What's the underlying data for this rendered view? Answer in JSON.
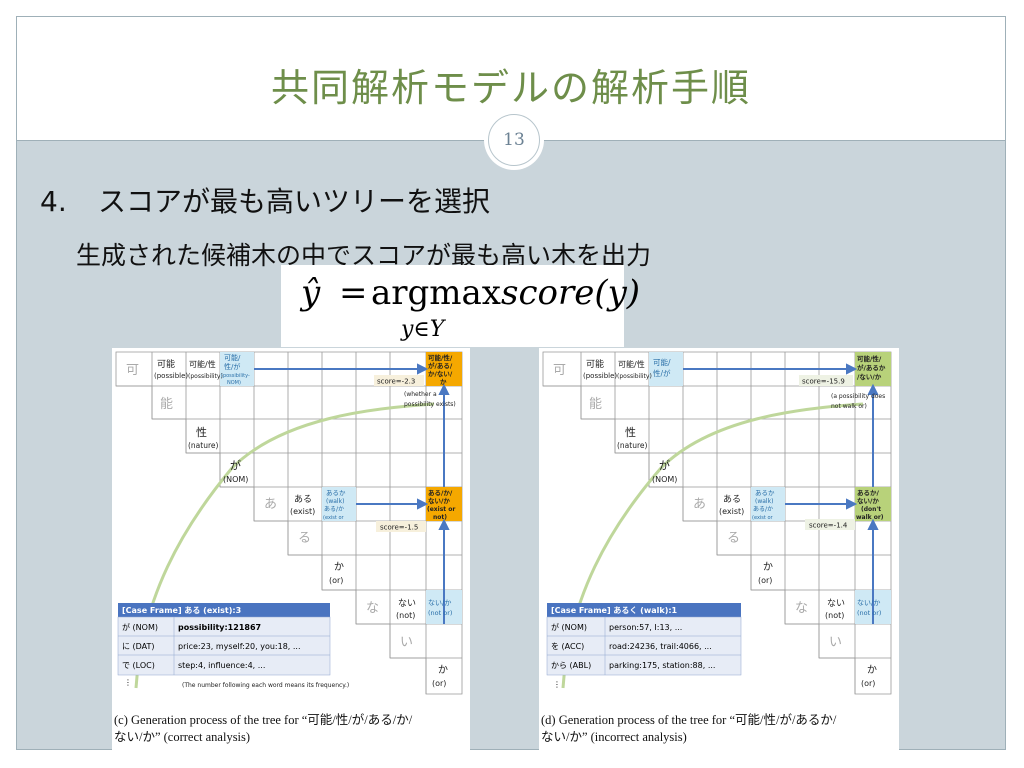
{
  "slide": {
    "title": "共同解析モデルの解析手順",
    "page_number": "13",
    "bullet_number": "4.",
    "bullet_text": "スコアが最も高いツリーを選択",
    "sub_text": "生成された候補木の中でスコアが最も高い木を出力",
    "formula": {
      "lhs": "ŷ",
      "eq": "=",
      "op": "argmax",
      "fn": "score(y)",
      "under": "y∈Y"
    }
  },
  "colors": {
    "title": "#6e8e4a",
    "body_bg": "#cad5db",
    "orange": "#f5a800",
    "green": "#b8d27a",
    "blue_cell": "#cfe9f5",
    "arrow": "#4a78c2",
    "curve": "#bfd79b",
    "frame_header": "#4a74c0"
  },
  "fig_c": {
    "cells": {
      "k": "可",
      "kn": "可能",
      "kn_en": "(possible)",
      "kns": "可能/性",
      "kns_en": "(possibility)",
      "knsg1": "可能/",
      "knsg2": "性/が",
      "knsg3": "(possibility-",
      "knsg4": "NOM)",
      "top1": "可能/性/",
      "top2": "が/ある/",
      "top3": "か/ない/",
      "top4": "か",
      "no": "能",
      "sei": "性",
      "sei_en": "(nature)",
      "ga": "が",
      "ga_en": "(NOM)",
      "a": "あ",
      "aru": "ある",
      "aru_en": "(exist)",
      "aruka1": "あるか",
      "aruka2": "(walk)",
      "aruka3": "ある/か",
      "aruka4": "(exist or",
      "mid1": "ある/か/",
      "mid2": "ない/か",
      "mid3": "(exist or",
      "mid4": "not)",
      "ru": "る",
      "ka": "か",
      "ka_en": "(or)",
      "na": "な",
      "nai": "ない",
      "nai_en": "(not)",
      "naika1": "ない/か",
      "naika2": "(not or)",
      "i": "い",
      "ka2": "か",
      "ka2_en": "(or)"
    },
    "score_top": "score=-2.3",
    "score_mid": "score=-1.5",
    "note1": "(whether a",
    "note2": "possibility exists)",
    "frame_title": "[Case Frame] ある (exist):3",
    "rows": [
      {
        "case": "が (NOM)",
        "vals": "possibility:121867"
      },
      {
        "case": "に (DAT)",
        "vals": "price:23, myself:20, you:18, ..."
      },
      {
        "case": "で (LOC)",
        "vals": "step:4, influence:4, ..."
      }
    ],
    "dots": "⋮",
    "freq_note": "(The number following each word means its frequency.)",
    "caption1": "(c)  Generation process of the tree for “可能/性/が/ある/か/",
    "caption2": "ない/か” (correct analysis)"
  },
  "fig_d": {
    "cells": {
      "k": "可",
      "kn": "可能",
      "kn_en": "(possible)",
      "kns": "可能/性",
      "kns_en": "(possibility)",
      "knsg1": "可能/",
      "knsg2": "性/が",
      "top1": "可能/性/",
      "top2": "が/あるか",
      "top3": "/ない/か",
      "no": "能",
      "sei": "性",
      "sei_en": "(nature)",
      "ga": "が",
      "ga_en": "(NOM)",
      "a": "あ",
      "aru": "ある",
      "aru_en": "(exist)",
      "aruka1": "あるか",
      "aruka2": "(walk)",
      "aruka3": "ある/か",
      "aruka4": "(exist or",
      "mid1": "あるか/",
      "mid2": "ない/か",
      "mid3": "(don't",
      "mid4": "walk or)",
      "ru": "る",
      "ka": "か",
      "ka_en": "(or)",
      "na": "な",
      "nai": "ない",
      "nai_en": "(not)",
      "naika1": "ない/か",
      "naika2": "(not or)",
      "i": "い",
      "ka2": "か",
      "ka2_en": "(or)"
    },
    "score_top": "score=-15.9",
    "score_mid": "score=-1.4",
    "note1": "(a possibility does",
    "note2": "not walk or)",
    "frame_title": "[Case Frame] あるく (walk):1",
    "rows": [
      {
        "case": "が (NOM)",
        "vals": "person:57, I:13, ..."
      },
      {
        "case": "を (ACC)",
        "vals": "road:24236, trail:4066, ..."
      },
      {
        "case": "から (ABL)",
        "vals": "parking:175, station:88, ..."
      }
    ],
    "dots": "⋮",
    "caption1": "(d)  Generation process of the tree for “可能/性/が/あるか/",
    "caption2": "ない/か” (incorrect analysis)"
  }
}
